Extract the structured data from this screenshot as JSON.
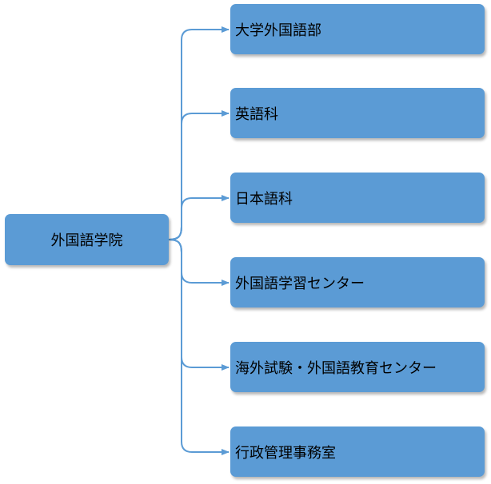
{
  "root": {
    "label": "外国語学院"
  },
  "children": [
    {
      "label": "大学外国語部"
    },
    {
      "label": "英語科"
    },
    {
      "label": "日本語科"
    },
    {
      "label": "外国語学習センター"
    },
    {
      "label": "海外試験・外国語教育センター"
    },
    {
      "label": "行政管理事務室"
    }
  ],
  "colors": {
    "node_fill": "#5b9bd5",
    "connector": "#5b9bd5"
  }
}
